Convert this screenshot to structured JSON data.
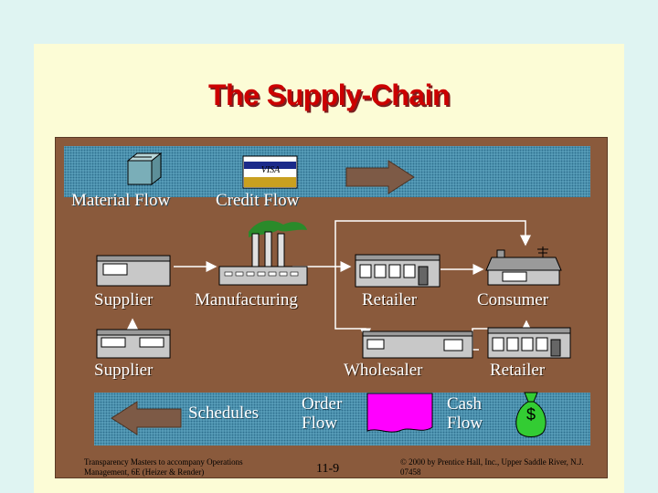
{
  "title": "The Supply-Chain",
  "legend": {
    "material_flow": "Material Flow",
    "credit_flow": "Credit Flow",
    "card_text": "VISA"
  },
  "nodes": {
    "supplier_1": "Supplier",
    "manufacturing": "Manufacturing",
    "retailer_top": "Retailer",
    "consumer": "Consumer",
    "supplier_2": "Supplier",
    "wholesaler": "Wholesaler",
    "retailer_bottom": "Retailer"
  },
  "bottom_band": {
    "schedules": "Schedules",
    "order_flow": "Order Flow",
    "cash_flow": "Cash Flow",
    "dollar_sign": "$"
  },
  "footer": {
    "credit_line1": "Transparency Masters to accompany Operations",
    "credit_line2": "Management, 6E (Heizer & Render)",
    "page": "11-9",
    "copyright_line1": "© 2000 by Prentice Hall, Inc., Upper Saddle River, N.J.",
    "copyright_line2": "07458"
  },
  "colors": {
    "title": "#cc0000",
    "panel": "#8a5a3c",
    "band": "#5fa4c0",
    "arrow": "#7d5a46",
    "order_sheet": "#ff00ff",
    "money_bag": "#33cc33"
  }
}
